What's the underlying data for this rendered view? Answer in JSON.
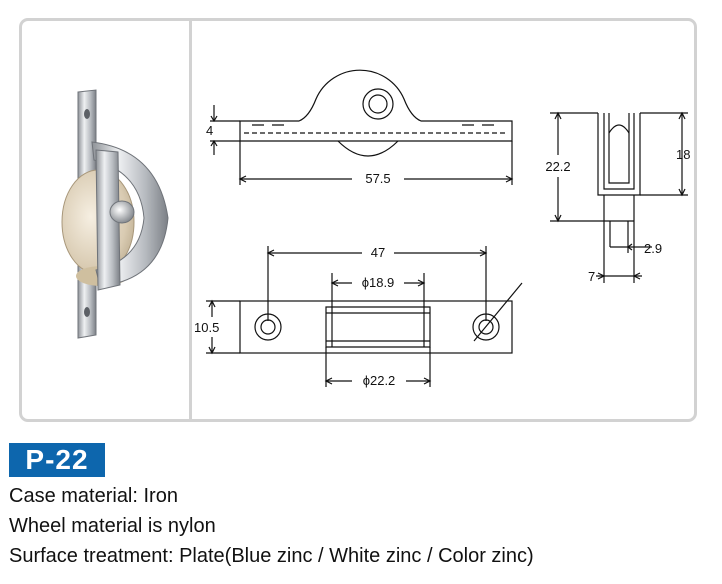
{
  "product_code": "P-22",
  "specs": [
    "Case material: Iron",
    "Wheel material is nylon",
    "Surface treatment: Plate(Blue zinc / White zinc / Color zinc)"
  ],
  "dimensions": {
    "thickness": "4",
    "length": "57.5",
    "height_total": "22.2",
    "height_case": "18",
    "wheel_width": "2.9",
    "base_width": "7",
    "hole_spacing": "47",
    "inner_diameter": "ϕ18.9",
    "width": "10.5",
    "wheel_diameter": "ϕ22.2"
  }
}
